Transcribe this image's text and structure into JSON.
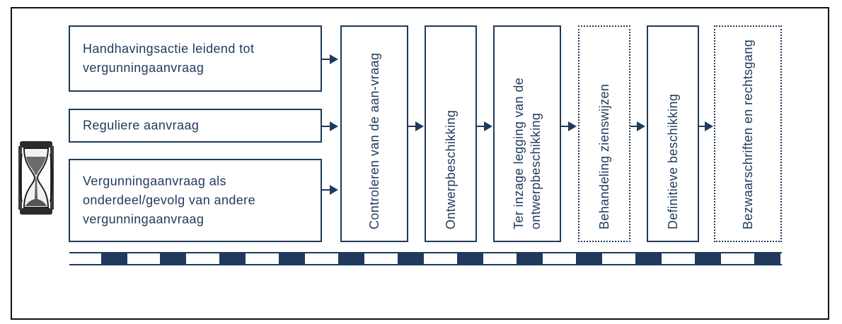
{
  "inputs": [
    {
      "label": "Handhavingsactie leidend tot vergunningaanvraag"
    },
    {
      "label": "Reguliere aanvraag"
    },
    {
      "label": "Vergunningaanvraag als onderdeel/gevolg van andere vergunningaanvraag"
    }
  ],
  "steps": [
    {
      "label": "Controleren van de aan-vraag",
      "style": "solid"
    },
    {
      "label": "Ontwerpbeschikking",
      "style": "solid"
    },
    {
      "label": "Ter inzage legging van de ontwerpbeschikking",
      "style": "solid"
    },
    {
      "label": "Behandeling zienswijzen",
      "style": "dotted"
    },
    {
      "label": "Definitieve beschikking",
      "style": "solid"
    },
    {
      "label": "Bezwaarschriften en rechtsgang",
      "style": "dotted"
    }
  ],
  "colors": {
    "accent": "#1f3a5c"
  },
  "icons": {
    "hourglass": "hourglass-icon"
  }
}
